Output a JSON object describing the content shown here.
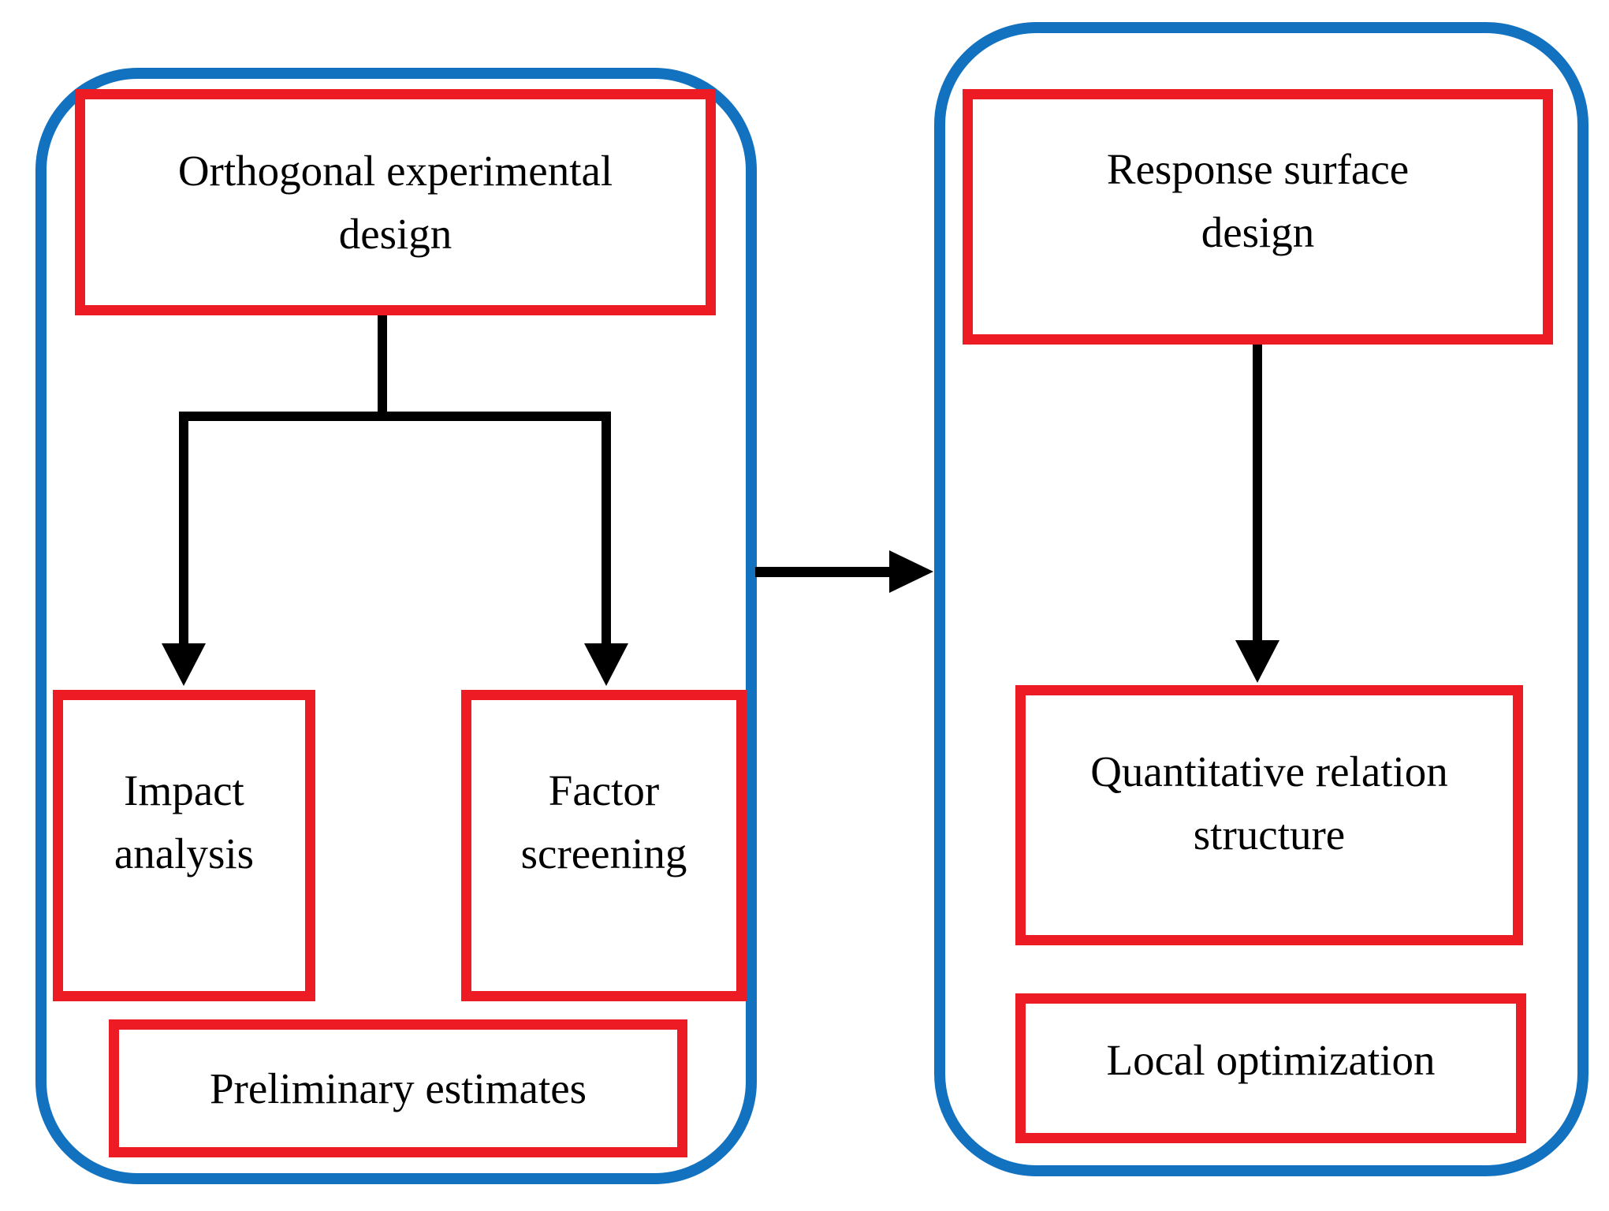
{
  "diagram": {
    "type": "flowchart",
    "colors": {
      "panel_border": "#1272BF",
      "box_border": "#ED1C24",
      "connector": "#000000",
      "text": "#000000",
      "background": "#FFFFFF"
    },
    "left_panel": {
      "boxes": {
        "orthogonal": {
          "label": "Orthogonal experimental design",
          "lines": [
            "Orthogonal experimental",
            "design"
          ]
        },
        "impact": {
          "label": "Impact analysis",
          "lines": [
            "Impact",
            "analysis"
          ]
        },
        "factor": {
          "label": "Factor screening",
          "lines": [
            "Factor",
            "screening"
          ]
        },
        "preliminary": {
          "label": "Preliminary estimates",
          "lines": [
            "Preliminary estimates"
          ]
        }
      }
    },
    "right_panel": {
      "boxes": {
        "response": {
          "label": "Response surface design",
          "lines": [
            "Response surface",
            "design"
          ]
        },
        "quantitative": {
          "label": "Quantitative relation structure",
          "lines": [
            "Quantitative relation",
            "structure"
          ]
        },
        "local": {
          "label": "Local optimization",
          "lines": [
            "Local optimization"
          ]
        }
      }
    },
    "edges": [
      {
        "from": "Orthogonal experimental design",
        "to": "Impact analysis"
      },
      {
        "from": "Orthogonal experimental design",
        "to": "Factor screening"
      },
      {
        "from": "left panel",
        "to": "right panel"
      },
      {
        "from": "Response surface design",
        "to": "Quantitative relation structure"
      }
    ]
  }
}
